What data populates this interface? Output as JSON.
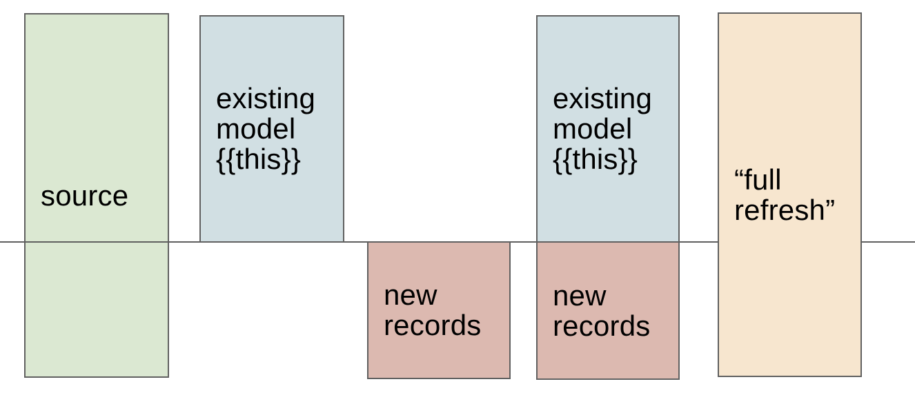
{
  "diagram": {
    "background_color": "#ffffff",
    "text_color": "#000000",
    "border_color": "#606060",
    "timeline": {
      "color": "#5f5f5f"
    },
    "boxes": [
      {
        "id": "source",
        "fill": "#dbe8d2",
        "lines": [
          "source"
        ]
      },
      {
        "id": "existing-model-left",
        "fill": "#d1dfe3",
        "lines": [
          "existing",
          "model",
          "{{this}}"
        ]
      },
      {
        "id": "new-records-left",
        "fill": "#dcb9b0",
        "lines": [
          "new",
          "records"
        ]
      },
      {
        "id": "existing-model-right",
        "fill": "#d1dfe3",
        "lines": [
          "existing",
          "model",
          "{{this}}"
        ]
      },
      {
        "id": "new-records-right",
        "fill": "#dcb9b0",
        "lines": [
          "new",
          "records"
        ]
      },
      {
        "id": "full-refresh",
        "fill": "#f7e6cf",
        "lines": [
          "“full",
          "refresh”"
        ]
      }
    ]
  }
}
